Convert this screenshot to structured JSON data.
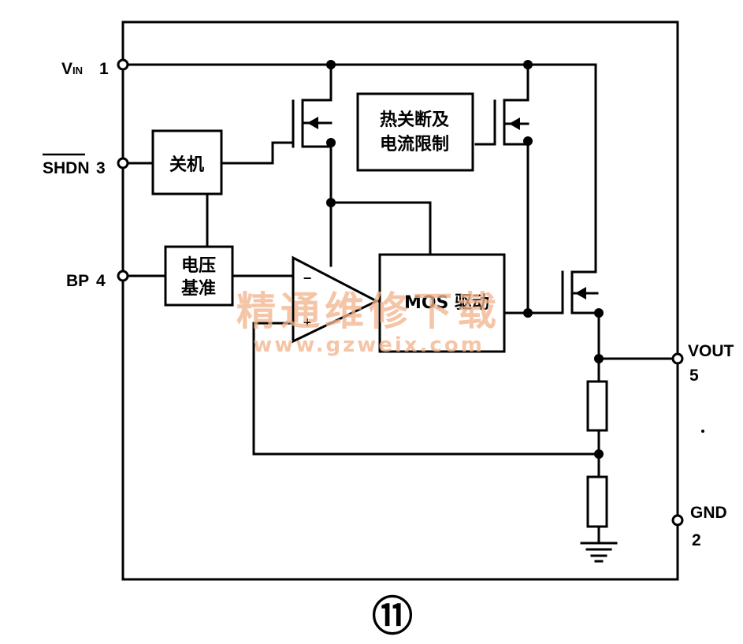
{
  "pins": {
    "vin": {
      "name": "V",
      "sub": "IN",
      "num": "1"
    },
    "shdn": {
      "name": "SHDN",
      "num": "3"
    },
    "bp": {
      "name": "BP",
      "num": "4"
    },
    "vout": {
      "name": "VOUT",
      "num": "5"
    },
    "gnd": {
      "name": "GND",
      "num": "2"
    }
  },
  "blocks": {
    "shutdown": "关机",
    "reference_line1": "电压",
    "reference_line2": "基准",
    "thermal_line1": "热关断及",
    "thermal_line2": "电流限制",
    "driver": "MOS 驱动"
  },
  "opamp": {
    "minus": "−",
    "plus": "+"
  },
  "watermark": {
    "line1": "精通维修下载",
    "line2": "www.gzweix.com"
  },
  "figure_number": "⑪"
}
